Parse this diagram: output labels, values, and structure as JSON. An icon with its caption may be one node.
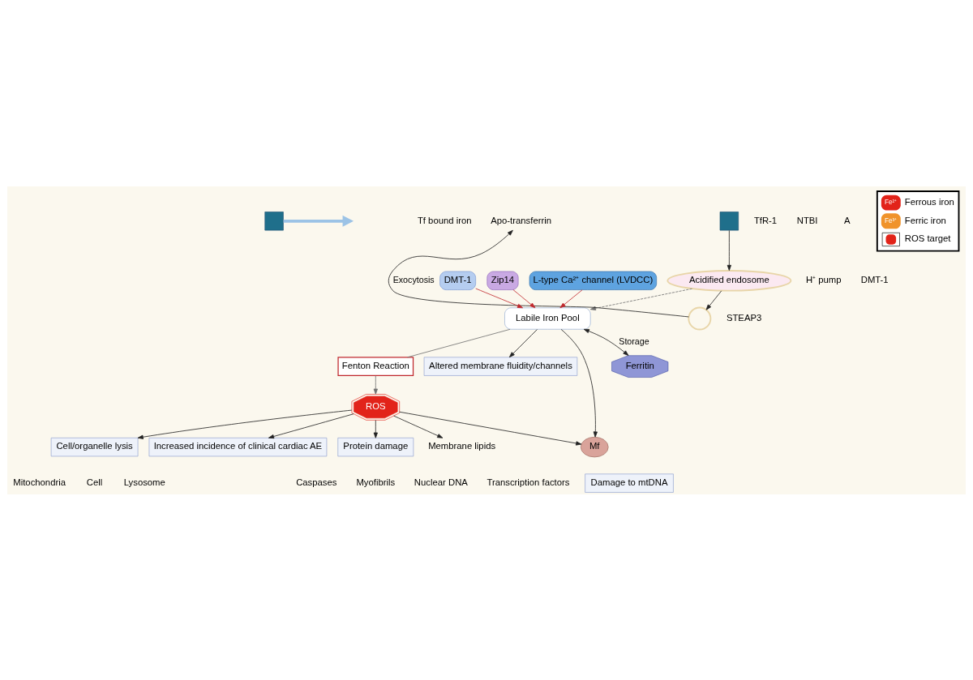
{
  "diagram": {
    "nodes": [
      {
        "text": [],
        "shape": "box"
      },
      {
        "text": [
          "Tf bound iron"
        ]
      },
      {
        "text": [
          "Apo-transferrin"
        ]
      },
      {
        "text": [
          "TfR-1"
        ]
      },
      {
        "text": [],
        "shape": "box"
      },
      {
        "text": [
          "Acidified endosome"
        ]
      },
      {
        "text": [],
        "shape": "circle"
      },
      {
        "text": [
          "NTBI"
        ]
      },
      {
        "text": [
          "DMT-1"
        ]
      },
      {
        "text": [
          "Zip14"
        ]
      },
      {
        "text": [
          "L-type Ca²⁺ channel (LVDCC)"
        ]
      },
      {
        "text": [
          "Labile Iron Pool"
        ]
      },
      {
        "text": [
          "Fenton Reaction"
        ]
      },
      {
        "text": [
          "ROS"
        ]
      },
      {
        "text": [
          "Altered membrane fluidity/channels"
        ]
      },
      {
        "text": [
          "Mf"
        ]
      },
      {
        "text": [
          "Damage to mtDNA"
        ]
      },
      {
        "text": [
          "Ferritin"
        ]
      },
      {
        "text": [
          "Cell/organelle lysis"
        ]
      },
      {
        "text": [
          "Increased incidence of clinical cardiac AE"
        ]
      },
      {
        "text": [
          "Protein damage"
        ]
      },
      {
        "text": [
          "Membrane lipids"
        ]
      }
    ],
    "edges": [
      {
        "from": 0,
        "to": null,
        "arrow": "to",
        "style": "thick",
        "color": "#9cc3e6"
      },
      {
        "from": 4,
        "to": 5,
        "arrow": "to"
      },
      {
        "from": 5,
        "to": 6,
        "arrow": "to"
      },
      {
        "from": 6,
        "to": 2,
        "arrow": "to",
        "label": "Exocytosis"
      },
      {
        "from": 5,
        "to": 11,
        "arrow": "to",
        "style": "dashed",
        "color": "#707070"
      },
      {
        "from": 8,
        "to": 11,
        "arrow": "to",
        "color": "#c0282d"
      },
      {
        "from": 9,
        "to": 11,
        "arrow": "to",
        "color": "#c0282d"
      },
      {
        "from": 10,
        "to": 11,
        "arrow": "to",
        "color": "#c0282d"
      },
      {
        "from": 11,
        "to": 14,
        "arrow": "to"
      },
      {
        "from": 11,
        "to": 15,
        "arrow": "to"
      },
      {
        "from": 11,
        "to": 17,
        "arrow": "both",
        "label": "Storage"
      },
      {
        "from": 11,
        "to": 12,
        "arrow": "none",
        "color": "#707070"
      },
      {
        "from": 12,
        "to": 13,
        "arrow": "to",
        "color": "#707070"
      },
      {
        "from": 13,
        "to": 15,
        "arrow": "to"
      },
      {
        "from": 13,
        "to": 18,
        "arrow": "to"
      },
      {
        "from": 13,
        "to": 19,
        "arrow": "to"
      },
      {
        "from": 13,
        "to": 20,
        "arrow": "to"
      },
      {
        "from": 13,
        "to": 21,
        "arrow": "to"
      }
    ],
    "labels": [
      "A",
      "H⁺ pump",
      "DMT-1",
      "STEAP3",
      "Fe²⁺",
      "Fe³⁺",
      "Lysosome",
      "Mitochondria",
      "Cell",
      "Myofibrils",
      "Caspases",
      "Transcription factors",
      "Nuclear DNA"
    ],
    "legend": [
      {
        "text": "Ferrous iron",
        "color": "#e2231a"
      },
      {
        "text": "Ferric iron",
        "color": "#f0932b"
      },
      {
        "text": "ROS target"
      }
    ]
  }
}
